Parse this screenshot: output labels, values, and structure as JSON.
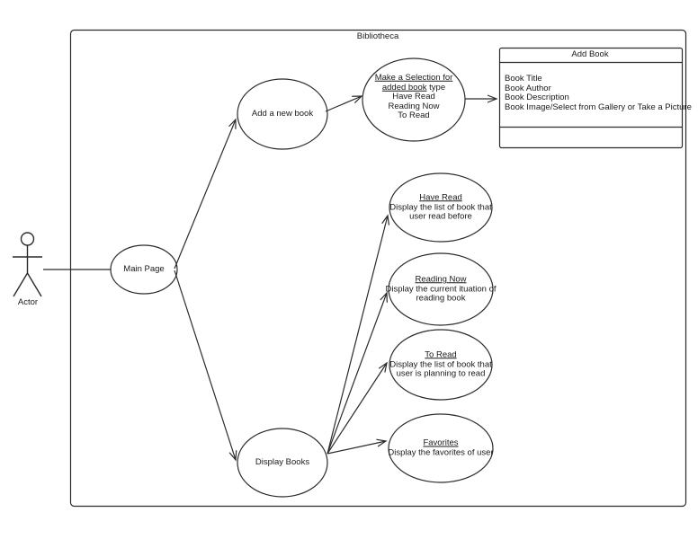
{
  "diagram": {
    "system_label": "Bibliotheca",
    "actor": {
      "label": "Actor"
    },
    "nodes": {
      "main_page": {
        "label": "Main Page"
      },
      "add_new_book": {
        "label": "Add a new book"
      },
      "make_selection": {
        "title_underlined_1": "Make a Selection for",
        "title_underlined_2": "added book",
        "title_rest": " type",
        "options": [
          "Have Read",
          "Reading Now",
          "To Read"
        ]
      },
      "have_read": {
        "title": "Have Read",
        "desc": [
          "Display the list of book that",
          "user read before"
        ]
      },
      "reading_now": {
        "title": "Reading Now",
        "desc": [
          "Display the current ituation of",
          "reading book"
        ]
      },
      "to_read": {
        "title": "To Read",
        "desc": [
          "Display the list of book that",
          "user is planning to read"
        ]
      },
      "favorites": {
        "title": "Favorites",
        "desc": [
          "Display the favorites of user"
        ]
      },
      "display_books": {
        "label": "Display Books"
      }
    },
    "add_book_box": {
      "title": "Add Book",
      "fields": [
        "Book Title",
        "Book Author",
        "Book Description",
        "Book Image/Select from Gallery or Take a Picture"
      ]
    },
    "colors": {
      "stroke": "#2b2b2b",
      "text": "#1a1a1a",
      "background": "#ffffff"
    }
  }
}
